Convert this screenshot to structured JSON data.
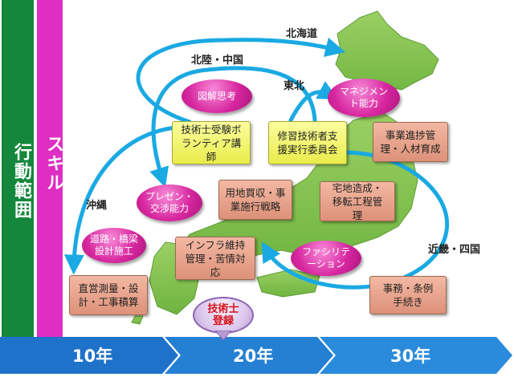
{
  "sidebars": {
    "range_label": "行動範囲",
    "skill_label": "スキル"
  },
  "regions": {
    "hokkaido": "北海道",
    "hokuriku_chugoku": "北陸・中国",
    "tohoku": "東北",
    "okinawa": "沖縄",
    "kinki_shikoku": "近畿・四国"
  },
  "skills": {
    "zukai": "図解思考",
    "management": "マネジメント能力",
    "presen": "プレゼン・交渉能力",
    "doro": "道路・橋梁設計施工",
    "facili": "ファシリテーション"
  },
  "tasks": {
    "volunteer": "技術士受験ボランティア講師",
    "shushu": "修習技術者支援実行委員会",
    "jigyo": "事業進捗管理・人材育成",
    "yochi": "用地買収・事業施行戦略",
    "takuchi": "宅地造成・移転工程管理",
    "infra": "インフラ維持管理・苦情対応",
    "chokuei": "直営測量・設計・工事積算",
    "jimu": "事務・条例手続き"
  },
  "milestone": "技術士登録",
  "timeline": {
    "years": [
      "10年",
      "20年",
      "30年"
    ]
  },
  "colors": {
    "range_bar": "#14873c",
    "skill_bar": "#de2ec4",
    "timeline": "#1f72c9",
    "arrow": "#1aa9e3",
    "map": "#7cbf4e"
  }
}
